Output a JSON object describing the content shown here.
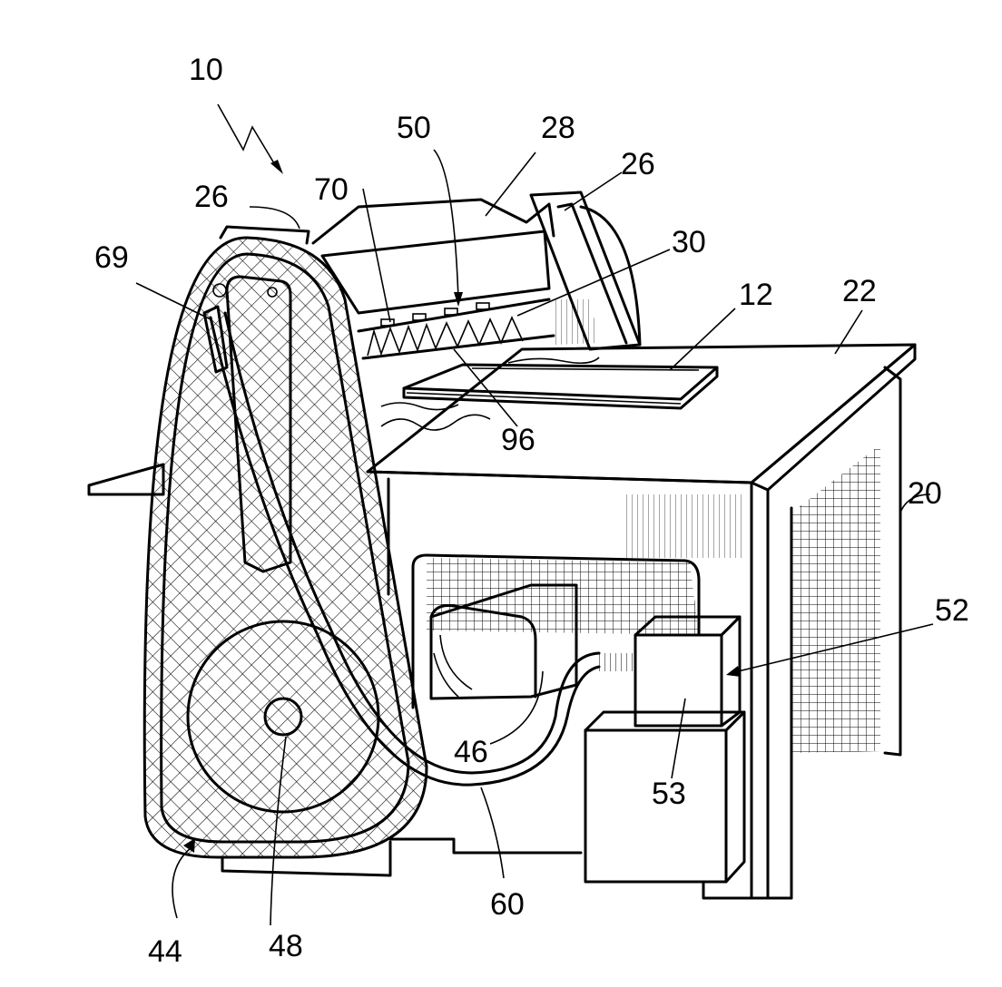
{
  "figure": {
    "reference_numerals": {
      "r10": "10",
      "r50": "50",
      "r28": "28",
      "r26_right": "26",
      "r26_left": "26",
      "r70": "70",
      "r30": "30",
      "r69": "69",
      "r12": "12",
      "r22": "22",
      "r96": "96",
      "r20": "20",
      "r52": "52",
      "r46": "46",
      "r53": "53",
      "r60": "60",
      "r44": "44",
      "r48": "48"
    }
  }
}
